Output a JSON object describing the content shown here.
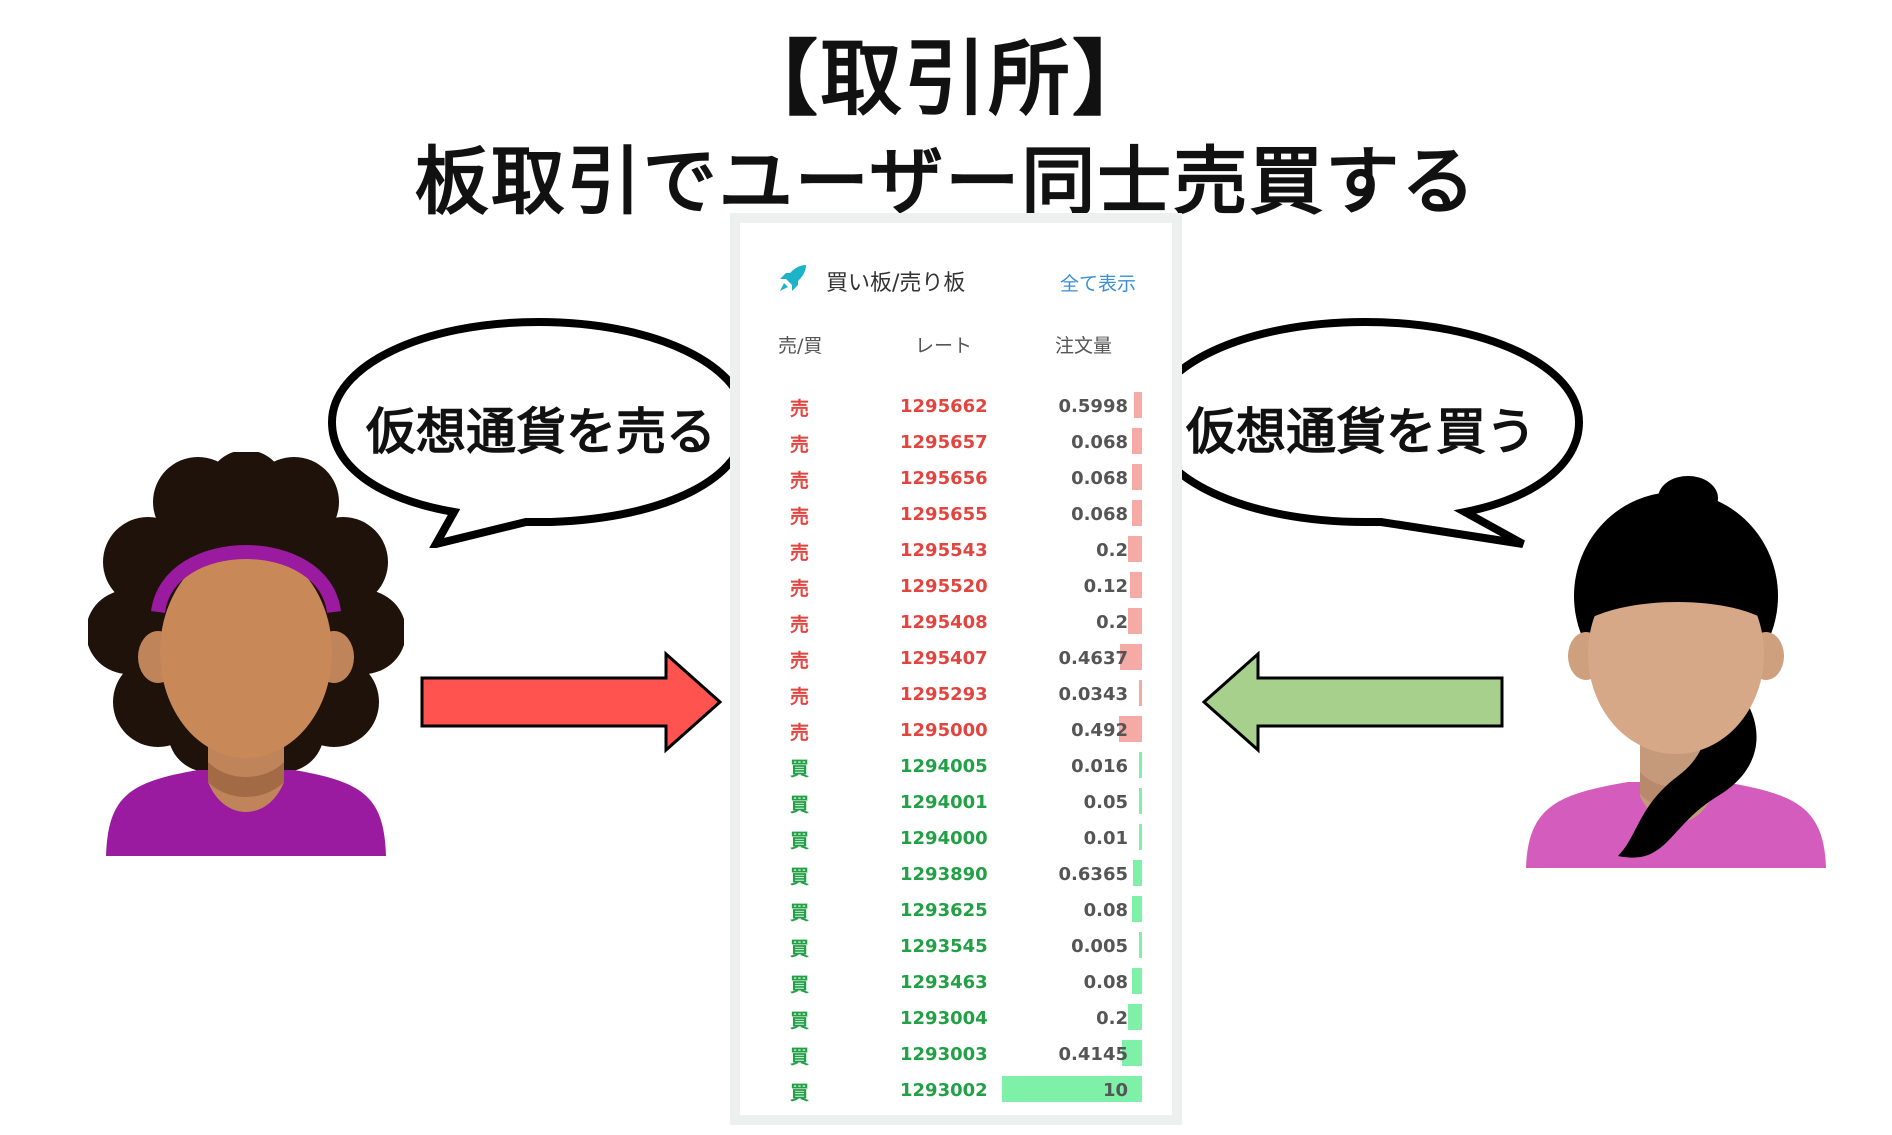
{
  "title": {
    "line1": "【取引所】",
    "line2": "板取引でユーザー同士売買する"
  },
  "speech": {
    "seller": "仮想通貨を売る",
    "buyer": "仮想通貨を買う"
  },
  "orderbook": {
    "title": "買い板/売り板",
    "show_all": "全て表示",
    "columns": [
      "売/買",
      "レート",
      "注文量"
    ],
    "colors": {
      "sell": "#e2453f",
      "buy": "#22a045",
      "sell_bar": "#f6aaa5",
      "buy_bar": "#7ef0a8"
    },
    "max_amount": 10,
    "rows": [
      {
        "side": "売",
        "type": "sell",
        "rate": "1295662",
        "amount": "0.5998"
      },
      {
        "side": "売",
        "type": "sell",
        "rate": "1295657",
        "amount": "0.068"
      },
      {
        "side": "売",
        "type": "sell",
        "rate": "1295656",
        "amount": "0.068"
      },
      {
        "side": "売",
        "type": "sell",
        "rate": "1295655",
        "amount": "0.068"
      },
      {
        "side": "売",
        "type": "sell",
        "rate": "1295543",
        "amount": "0.2"
      },
      {
        "side": "売",
        "type": "sell",
        "rate": "1295520",
        "amount": "0.12"
      },
      {
        "side": "売",
        "type": "sell",
        "rate": "1295408",
        "amount": "0.2"
      },
      {
        "side": "売",
        "type": "sell",
        "rate": "1295407",
        "amount": "0.4637"
      },
      {
        "side": "売",
        "type": "sell",
        "rate": "1295293",
        "amount": "0.0343"
      },
      {
        "side": "売",
        "type": "sell",
        "rate": "1295000",
        "amount": "0.492"
      },
      {
        "side": "買",
        "type": "buy",
        "rate": "1294005",
        "amount": "0.016"
      },
      {
        "side": "買",
        "type": "buy",
        "rate": "1294001",
        "amount": "0.05"
      },
      {
        "side": "買",
        "type": "buy",
        "rate": "1294000",
        "amount": "0.01"
      },
      {
        "side": "買",
        "type": "buy",
        "rate": "1293890",
        "amount": "0.6365"
      },
      {
        "side": "買",
        "type": "buy",
        "rate": "1293625",
        "amount": "0.08"
      },
      {
        "side": "買",
        "type": "buy",
        "rate": "1293545",
        "amount": "0.005"
      },
      {
        "side": "買",
        "type": "buy",
        "rate": "1293463",
        "amount": "0.08"
      },
      {
        "side": "買",
        "type": "buy",
        "rate": "1293004",
        "amount": "0.2"
      },
      {
        "side": "買",
        "type": "buy",
        "rate": "1293003",
        "amount": "0.4145"
      },
      {
        "side": "買",
        "type": "buy",
        "rate": "1293002",
        "amount": "10"
      }
    ]
  },
  "arrows": {
    "left_color": "#ff5350",
    "right_color": "#a8d08d"
  },
  "icons": {
    "panel_icon": "rocket-icon",
    "seller": "woman-afro-headband-icon",
    "buyer": "woman-ponytail-icon"
  }
}
